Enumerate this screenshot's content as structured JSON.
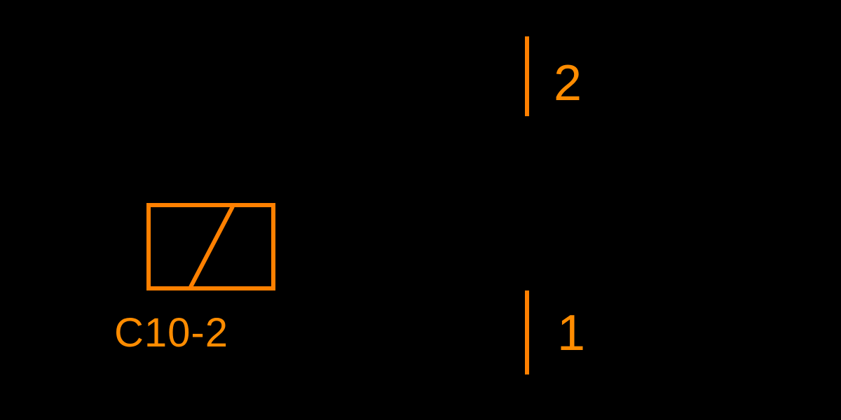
{
  "diagram": {
    "type": "electrical-schematic",
    "background_color": "#000000",
    "accent_color": "#ff8000",
    "text_color": "#ff8c00",
    "coil": {
      "label": "C10-2",
      "symbol": "rectangle-with-diagonal-slash"
    },
    "contact": {
      "top_pin_label": "2",
      "bottom_pin_label": "1"
    }
  }
}
